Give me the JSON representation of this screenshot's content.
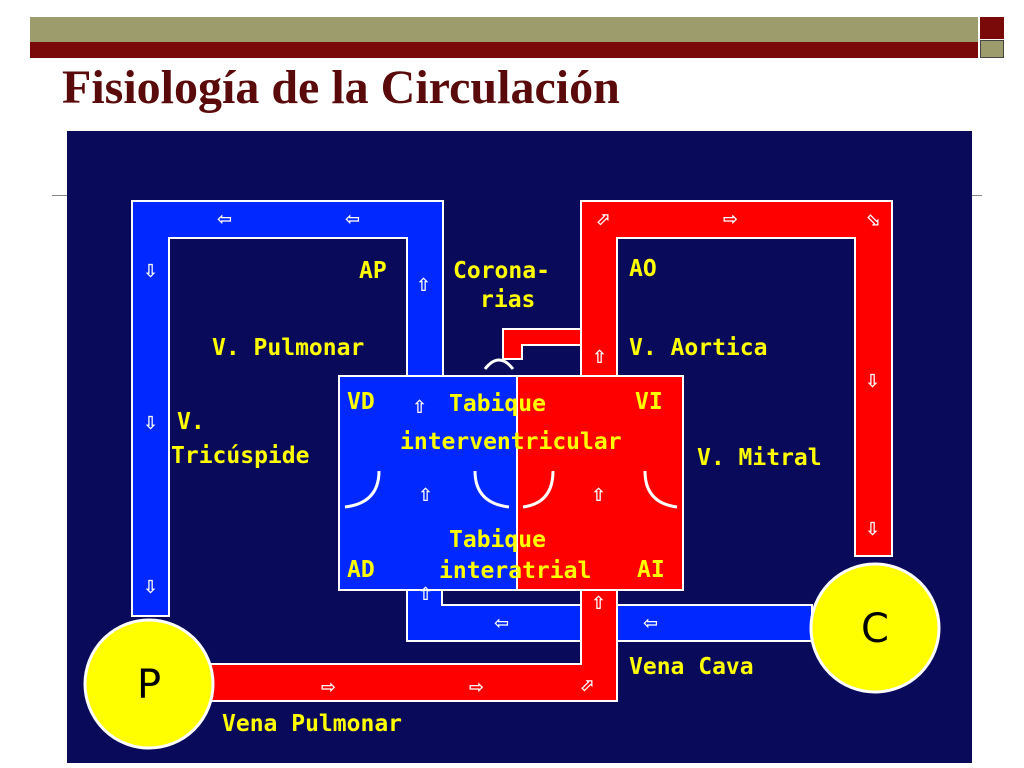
{
  "slide": {
    "title": "Fisiología de la Circulación"
  },
  "colors": {
    "background": "#0a0a5a",
    "venous_blue": "#0028ff",
    "arterial_red": "#ff0000",
    "label_yellow": "#ffff00",
    "node_yellow": "#ffff00",
    "title_color": "#5a0a0a"
  },
  "diagram": {
    "labels": {
      "ap": "AP",
      "coronarias_1": "Corona-",
      "coronarias_2": "rias",
      "ao": "AO",
      "v_pulmonar": "V. Pulmonar",
      "v_aortica": "V. Aortica",
      "vd": "VD",
      "tabique_1": "Tabique",
      "vi": "VI",
      "v_tricuspide_1": "V.",
      "v_tricuspide_2": "Tricúspide",
      "interventricular": "interventricular",
      "v_mitral": "V. Mitral",
      "tabique_2": "Tabique",
      "interatrial": "interatrial",
      "ad": "AD",
      "ai": "AI",
      "vena_cava": "Vena Cava",
      "vena_pulmonar": "Vena Pulmonar"
    },
    "nodes": {
      "p": "P",
      "c": "C"
    },
    "arrow_icons": {
      "left": "⇦",
      "right": "⇨",
      "up": "⇧",
      "down": "⇩",
      "up_right": "⬀",
      "down_right": "⬂"
    }
  }
}
